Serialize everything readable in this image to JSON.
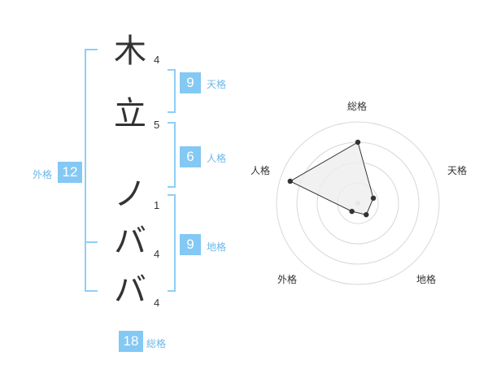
{
  "name": {
    "characters": [
      {
        "char": "木",
        "strokes": "4"
      },
      {
        "char": "立",
        "strokes": "5"
      },
      {
        "char": "ノ",
        "strokes": "1"
      },
      {
        "char": "バ",
        "strokes": "4"
      },
      {
        "char": "バ",
        "strokes": "4"
      }
    ]
  },
  "kaku": {
    "ten": {
      "value": "9",
      "label": "天格"
    },
    "jin": {
      "value": "6",
      "label": "人格"
    },
    "chi": {
      "value": "9",
      "label": "地格"
    },
    "gai": {
      "value": "12",
      "label": "外格"
    },
    "sou": {
      "value": "18",
      "label": "総格"
    }
  },
  "chart_data": {
    "type": "radar",
    "axes": [
      "総格",
      "天格",
      "地格",
      "外格",
      "人格"
    ],
    "values": [
      3,
      0.8,
      0.7,
      0.5,
      3.5
    ],
    "rmax": 4,
    "rings": 4,
    "colors": {
      "line": "#333333",
      "fill": "#eeeeee",
      "grid": "#d8d8d8",
      "center": "#cccccc"
    }
  }
}
